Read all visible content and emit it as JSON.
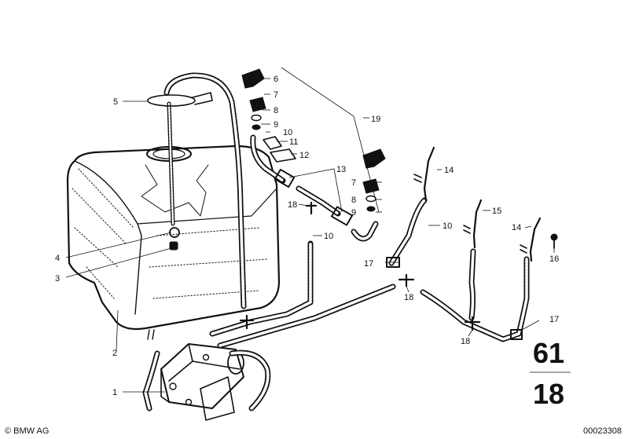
{
  "callouts": {
    "c1": "1",
    "c2": "2",
    "c3": "3",
    "c4": "4",
    "c5": "5",
    "c6": "6",
    "c7a": "7",
    "c7b": "7",
    "c8a": "8",
    "c8b": "8",
    "c9a": "9",
    "c9b": "9",
    "c10a": "10",
    "c10b": "10",
    "c10c": "10",
    "c11": "11",
    "c12": "12",
    "c13": "13",
    "c14a": "14",
    "c14b": "14",
    "c15": "15",
    "c16": "16",
    "c17a": "17",
    "c17b": "17",
    "c18a": "18",
    "c18b": "18",
    "c18c": "18",
    "c19": "19"
  },
  "group": {
    "main": "61",
    "sub": "18"
  },
  "footer": {
    "brand": "© BMW AG",
    "doc_number": "00023308"
  }
}
